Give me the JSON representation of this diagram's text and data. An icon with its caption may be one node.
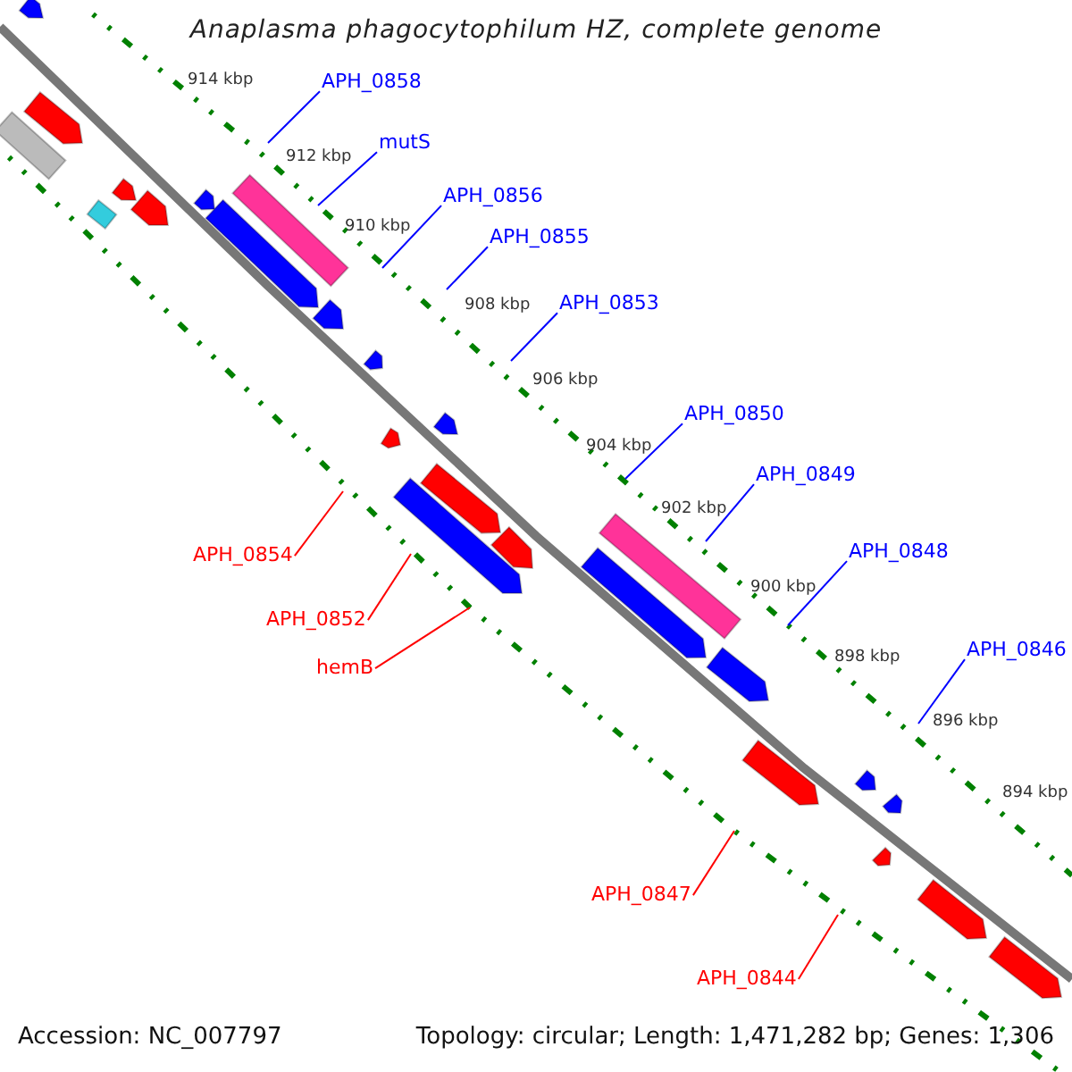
{
  "diagram": {
    "title": "Anaplasma phagocytophilum HZ, complete genome",
    "nodes": [
      {
        "text": [
          "APH_0858"
        ]
      },
      {
        "text": [
          "mutS"
        ]
      },
      {
        "text": [
          "APH_0856"
        ]
      },
      {
        "text": [
          "APH_0855"
        ]
      },
      {
        "text": [
          "APH_0853"
        ]
      },
      {
        "text": [
          "APH_0850"
        ]
      },
      {
        "text": [
          "APH_0849"
        ]
      },
      {
        "text": [
          "APH_0848"
        ]
      },
      {
        "text": [
          "APH_0854"
        ]
      },
      {
        "text": [
          "APH_0852"
        ]
      },
      {
        "text": [
          "APH_0846"
        ]
      },
      {
        "text": [
          "hemB"
        ]
      },
      {
        "text": [
          "APH_0847"
        ]
      },
      {
        "text": [
          "APH_0844"
        ]
      }
    ],
    "edges": [
      {
        "from": 0,
        "to": null,
        "arrow": "none"
      },
      {
        "from": 1,
        "to": null,
        "arrow": "none"
      },
      {
        "from": 2,
        "to": null,
        "arrow": "none"
      },
      {
        "from": 3,
        "to": null,
        "arrow": "none"
      },
      {
        "from": 4,
        "to": null,
        "arrow": "none"
      },
      {
        "from": 5,
        "to": null,
        "arrow": "none"
      },
      {
        "from": 6,
        "to": null,
        "arrow": "none"
      },
      {
        "from": 7,
        "to": null,
        "arrow": "none"
      },
      {
        "from": 8,
        "to": null,
        "arrow": "none",
        "color": "#ff0000"
      },
      {
        "from": 9,
        "to": null,
        "arrow": "none",
        "color": "#ff0000"
      },
      {
        "from": 10,
        "to": null,
        "arrow": "none"
      },
      {
        "from": 11,
        "to": null,
        "arrow": "none",
        "color": "#ff0000"
      },
      {
        "from": 12,
        "to": null,
        "arrow": "none",
        "color": "#ff0000"
      },
      {
        "from": 13,
        "to": null,
        "arrow": "none",
        "color": "#ff0000"
      }
    ],
    "labels": [
      "914 kbp",
      "912 kbp",
      "910 kbp",
      "908 kbp",
      "906 kbp",
      "904 kbp",
      "902 kbp",
      "900 kbp",
      "898 kbp",
      "896 kbp",
      "894 kbp",
      "Accession: NC_007797",
      "Topology: circular; Length: 1,471,282 bp; Genes: 1,306"
    ]
  }
}
